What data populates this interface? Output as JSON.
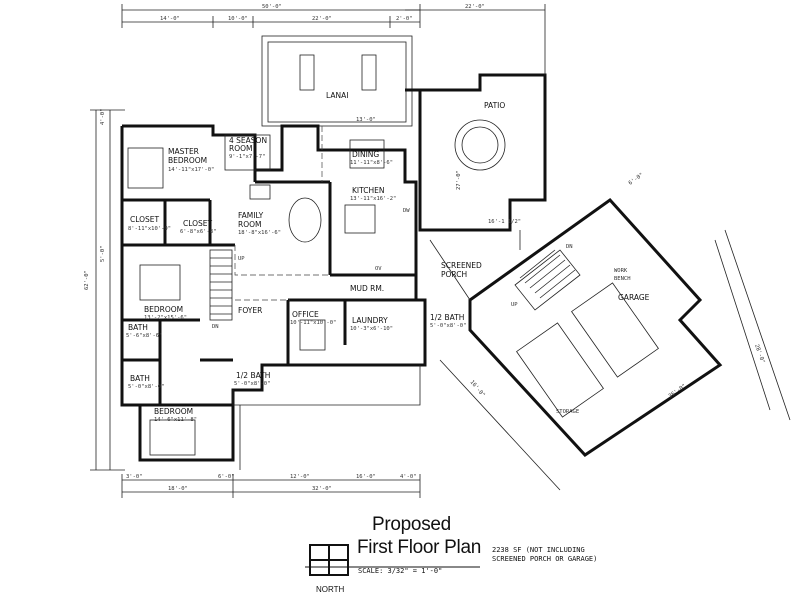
{
  "title": {
    "line1": "Proposed",
    "line2": "First Floor Plan",
    "scale": "SCALE: 3/32\" = 1'-0\"",
    "north": "NORTH",
    "area_note_line1": "2238 SF (NOT INCLUDING",
    "area_note_line2": "SCREENED PORCH OR GARAGE)"
  },
  "rooms": {
    "lanai": "LANAI",
    "patio": "PATIO",
    "master_bedroom_l1": "MASTER",
    "master_bedroom_l2": "BEDROOM",
    "master_bedroom_dim": "14'-11\"x17'-0\"",
    "four_season_l1": "4 SEASON",
    "four_season_l2": "ROOM",
    "four_season_dim": "9'-1\"x7'-7\"",
    "dining": "DINING",
    "dining_dim": "11'-11\"x8'-6\"",
    "kitchen": "KITCHEN",
    "kitchen_dim": "13'-11\"x16'-2\"",
    "closet_1": "CLOSET",
    "closet_1_dim": "8'-11\"x10'-0\"",
    "closet_2": "CLOSET",
    "closet_2_dim": "6'-8\"x6'-8\"",
    "family_l1": "FAMILY",
    "family_l2": "ROOM",
    "family_dim": "18'-8\"x16'-6\"",
    "screened_porch_l1": "SCREENED",
    "screened_porch_l2": "PORCH",
    "garage": "GARAGE",
    "work_bench_l1": "WORK",
    "work_bench_l2": "BENCH",
    "storage": "STORAGE",
    "bedroom_2": "BEDROOM",
    "bedroom_2_dim": "13'-2\"x15'-6\"",
    "mud_rm": "MUD RM.",
    "bath_1": "BATH",
    "bath_1_dim": "5'-6\"x8'-6\"",
    "office": "OFFICE",
    "office_dim": "10'-11\"x10'-0\"",
    "laundry": "LAUNDRY",
    "laundry_dim": "10'-3\"x6'-10\"",
    "half_bath_1": "1/2 BATH",
    "half_bath_1_dim": "5'-0\"x8'-0\"",
    "foyer": "FOYER",
    "half_bath_2": "1/2 BATH",
    "half_bath_2_dim": "5'-0\"x8'-0\"",
    "bath_2": "BATH",
    "bath_2_dim": "5'-0\"x8'-0\"",
    "bedroom_3": "BEDROOM",
    "bedroom_3_dim": "14'-6\"x11'-8\"",
    "up_1": "UP",
    "dn_1": "DN",
    "dn_2": "DN",
    "up_2": "UP",
    "ov": "OV",
    "dw": "DW"
  },
  "dimensions": {
    "top_overall": "50'-0\"",
    "top_right": "22'-0\"",
    "top_a": "14'-0\"",
    "top_b": "10'-0\"",
    "top_c": "22'-0\"",
    "top_d": "2'-0\"",
    "lanai_width": "13'-0\"",
    "patio_width": "16'-1 1/2\"",
    "bottom_overall": "32'-0\"",
    "bottom_a": "18'-0\"",
    "bottom_b": "12'-0\"",
    "bottom_c": "16'-0\"",
    "bottom_d": "6'-0\"",
    "bottom_e": "3'-0\"",
    "bottom_f": "4'-0\"",
    "left_overall": "62'-0\"",
    "left_a": "4'-0\"",
    "left_b": "5'-0\"",
    "garage_right_a": "28'-0\"",
    "garage_right_b": "36'-0\"",
    "garage_left": "16'-0\"",
    "garage_top": "6'-0\"",
    "patio_height": "27'-0\""
  }
}
